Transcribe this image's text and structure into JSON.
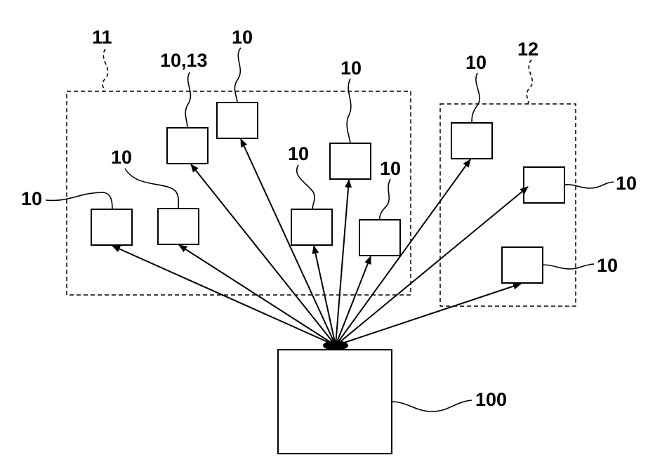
{
  "labels": {
    "group_left": "11",
    "group_right": "12",
    "central_unit": "100",
    "node_a": "10",
    "node_b": "10",
    "node_c": "10,13",
    "node_d": "10",
    "node_e": "10",
    "node_f": "10",
    "node_g": "10",
    "node_h": "10",
    "node_i": "10",
    "node_j": "10"
  },
  "colors": {
    "line": "#000000",
    "background": "#ffffff"
  }
}
